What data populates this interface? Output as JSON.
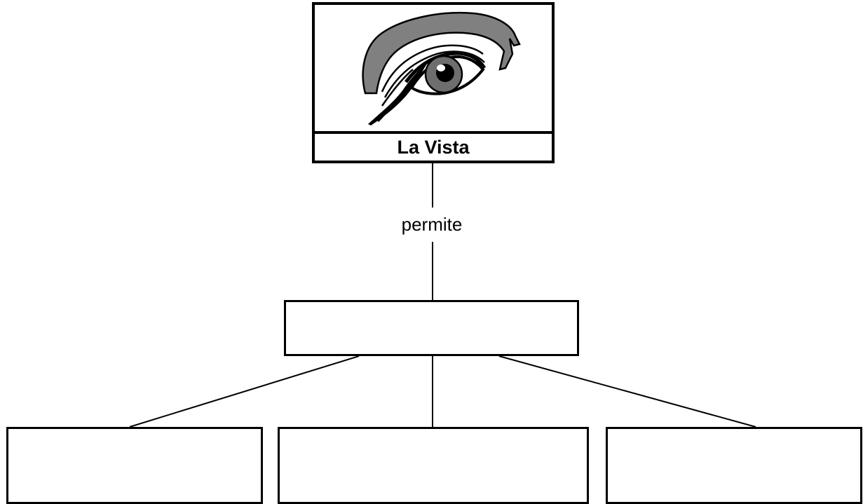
{
  "top_node": {
    "title": "La Vista",
    "image": "eye-illustration"
  },
  "link": {
    "label": "permite"
  },
  "answer_boxes": [
    {
      "text": ""
    },
    {
      "text": ""
    },
    {
      "text": ""
    },
    {
      "text": ""
    }
  ],
  "colors": {
    "ink": "#000000",
    "eyebrow_gray": "#808080",
    "iris_gray": "#6e6e6e",
    "background": "#ffffff"
  }
}
